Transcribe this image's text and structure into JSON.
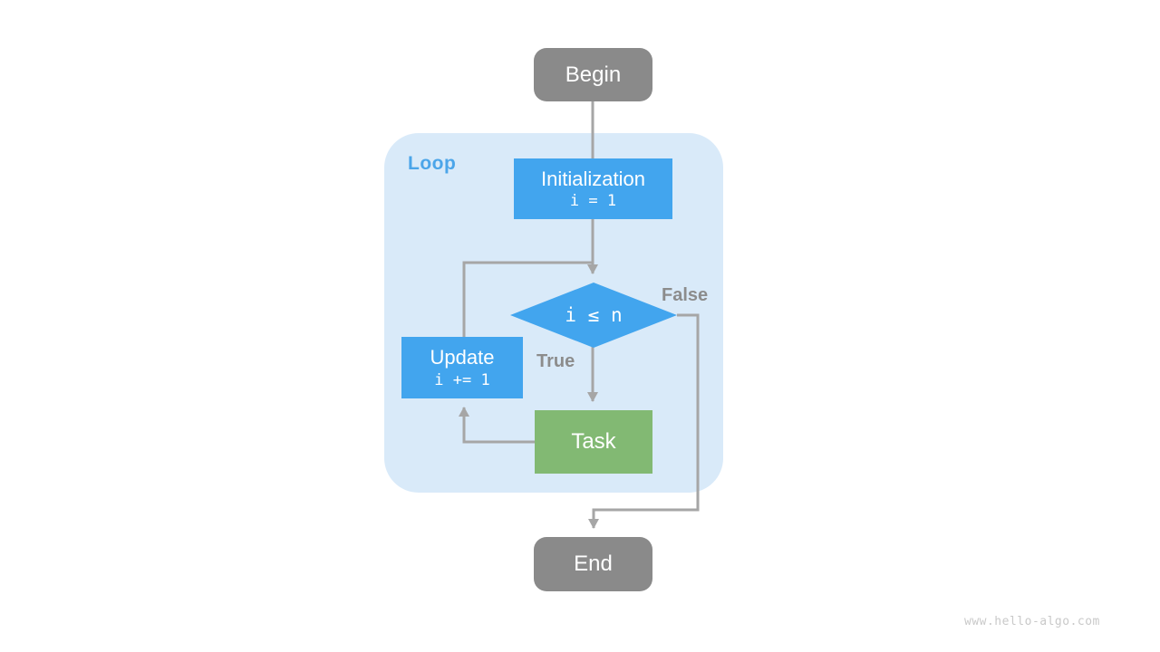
{
  "diagram": {
    "loop_label": "Loop",
    "nodes": {
      "begin": {
        "label": "Begin"
      },
      "initialization": {
        "label": "Initialization",
        "code": "i = 1"
      },
      "condition": {
        "code": "i ≤ n"
      },
      "update": {
        "label": "Update",
        "code": "i += 1"
      },
      "task": {
        "label": "Task"
      },
      "end": {
        "label": "End"
      }
    },
    "edge_labels": {
      "true": "True",
      "false": "False"
    },
    "colors": {
      "terminal_fill": "#8A8A8A",
      "process_fill": "#42A5EE",
      "decision_fill": "#42A5EE",
      "task_fill": "#82B973",
      "loop_background": "#D9EAF9",
      "loop_label": "#4BA5E9",
      "connector": "#A6A6A6",
      "edge_label": "#8C8C8C",
      "node_text": "#FFFFFF"
    },
    "watermark": "www.hello-algo.com"
  }
}
